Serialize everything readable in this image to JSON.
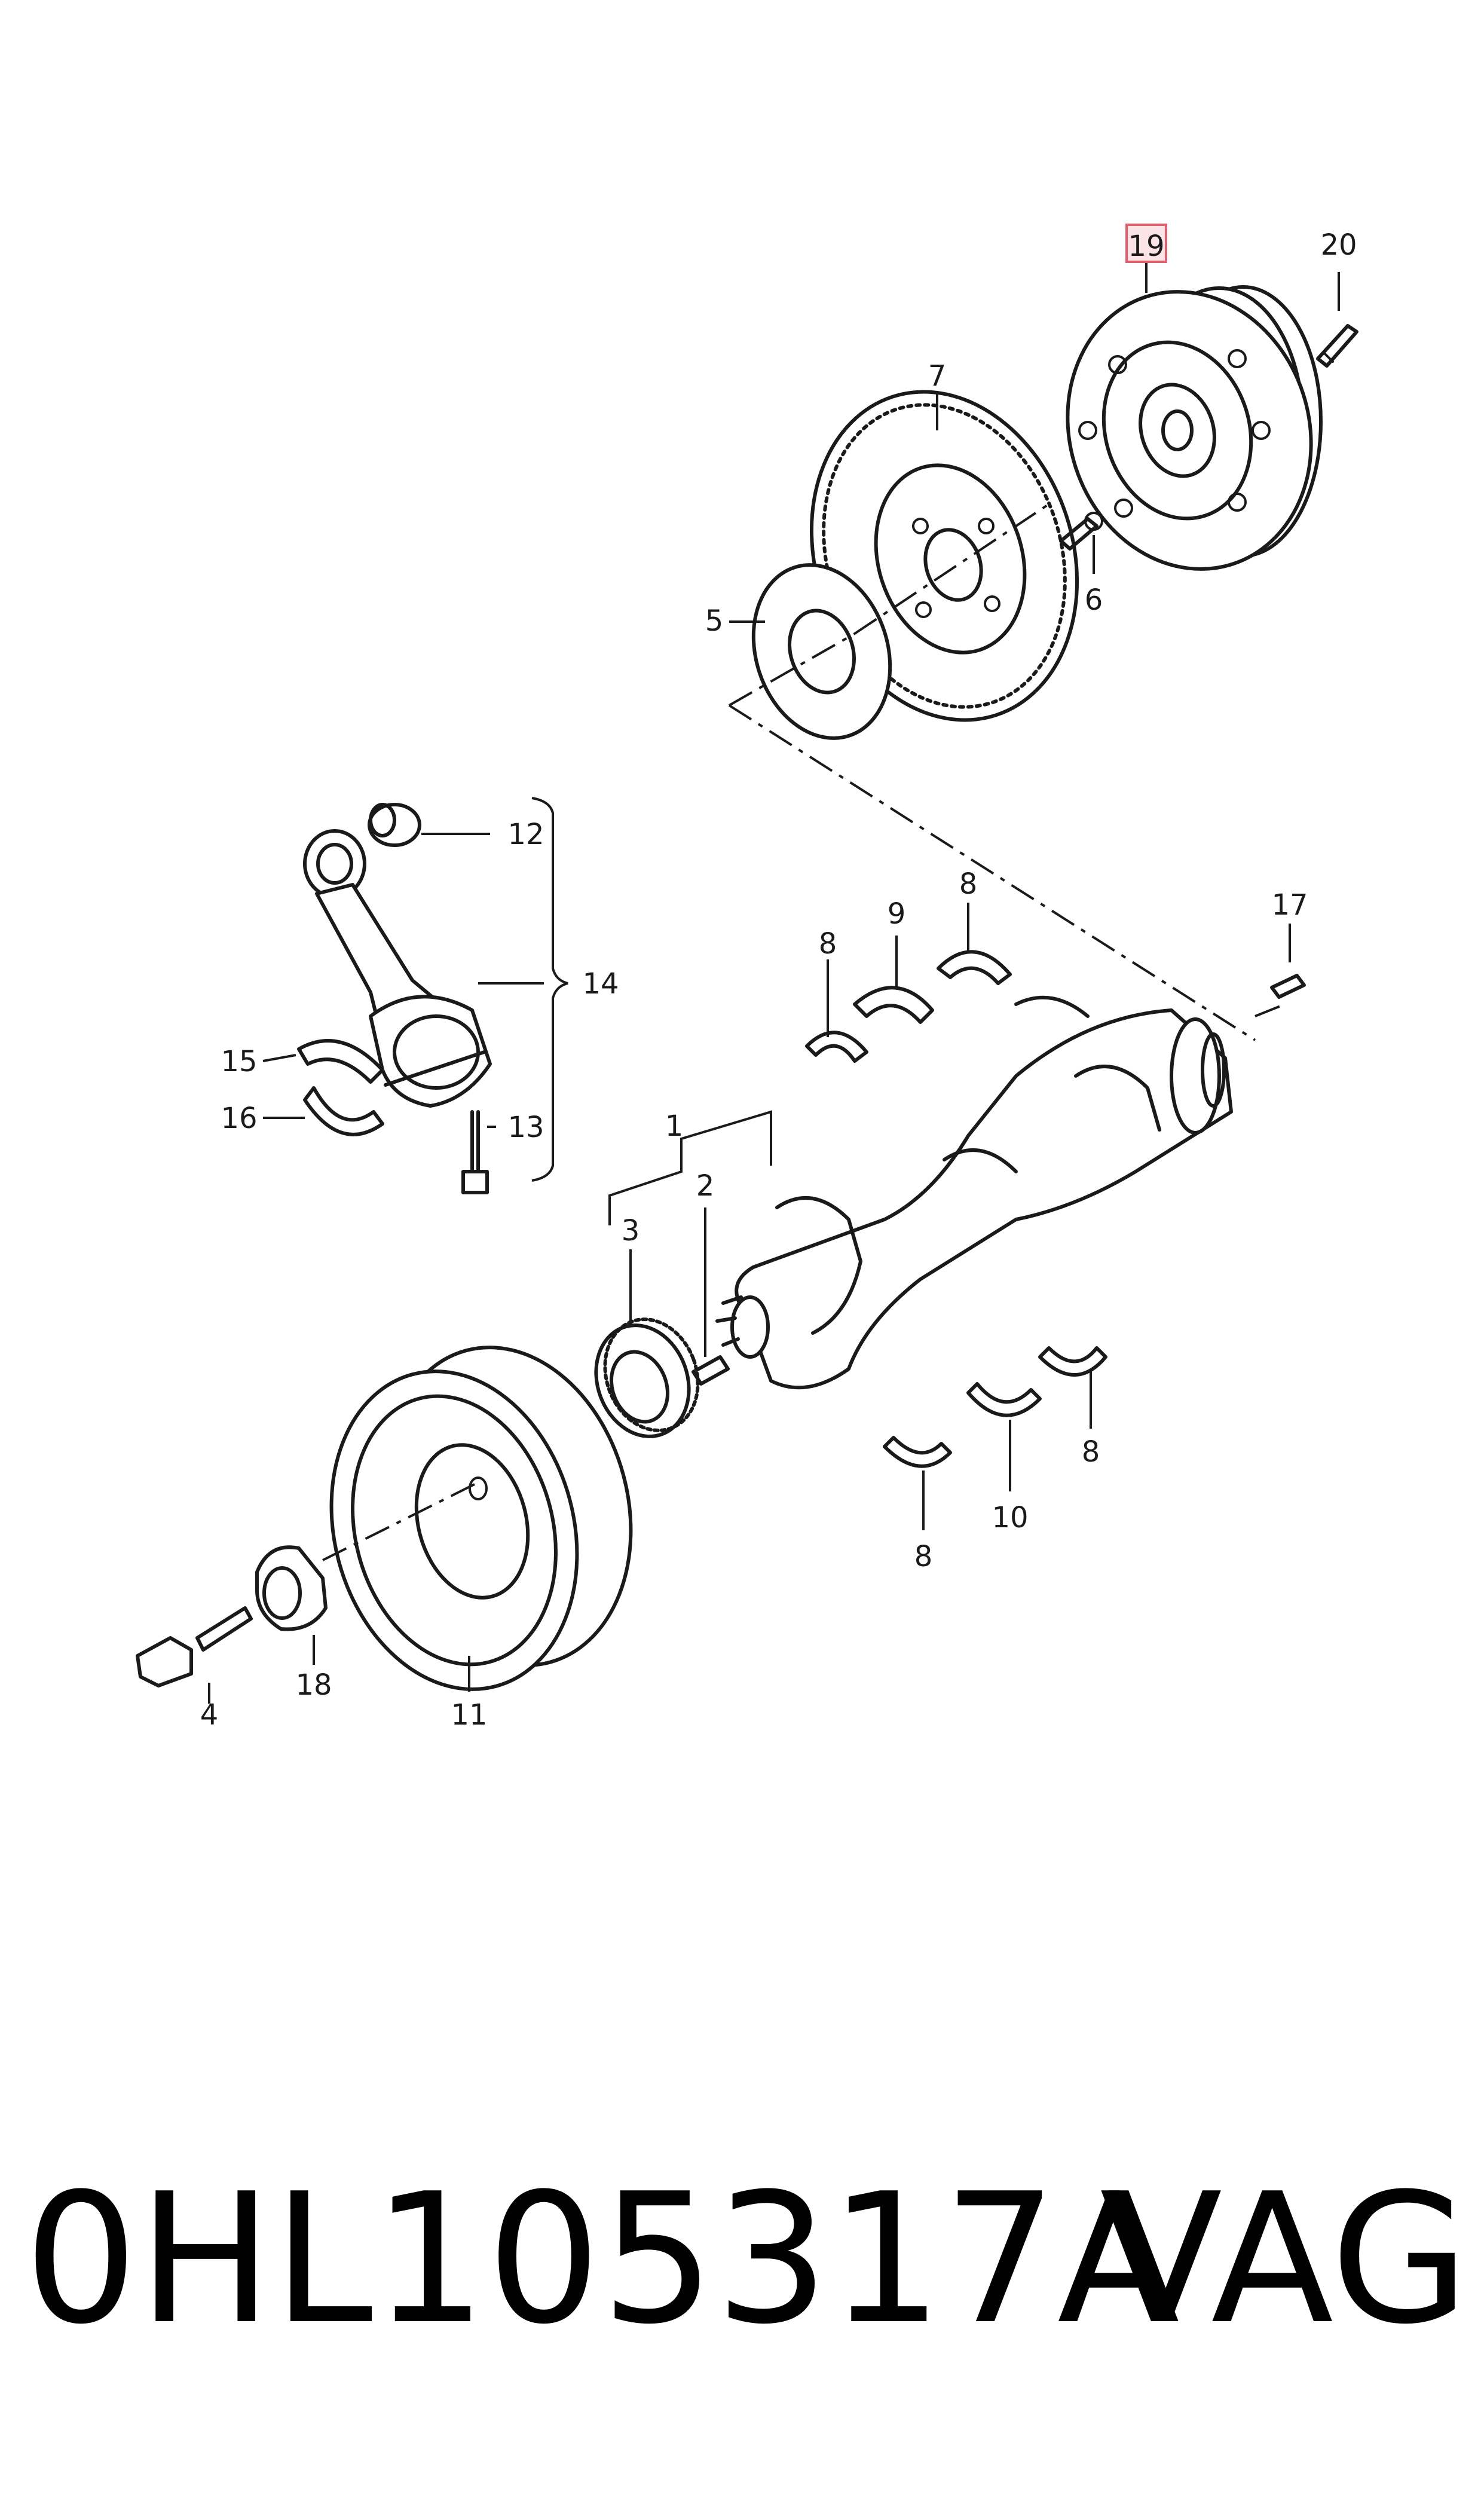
{
  "diagram": {
    "callouts": [
      {
        "id": "c1",
        "text": "1"
      },
      {
        "id": "c2",
        "text": "2"
      },
      {
        "id": "c3",
        "text": "3"
      },
      {
        "id": "c4",
        "text": "4"
      },
      {
        "id": "c5",
        "text": "5"
      },
      {
        "id": "c6",
        "text": "6"
      },
      {
        "id": "c7",
        "text": "7"
      },
      {
        "id": "c8a",
        "text": "8"
      },
      {
        "id": "c8b",
        "text": "8"
      },
      {
        "id": "c8c",
        "text": "8"
      },
      {
        "id": "c8d",
        "text": "8"
      },
      {
        "id": "c9",
        "text": "9"
      },
      {
        "id": "c10",
        "text": "10"
      },
      {
        "id": "c11",
        "text": "11"
      },
      {
        "id": "c12",
        "text": "12"
      },
      {
        "id": "c13",
        "text": "13"
      },
      {
        "id": "c14",
        "text": "14"
      },
      {
        "id": "c15",
        "text": "15"
      },
      {
        "id": "c16",
        "text": "16"
      },
      {
        "id": "c17",
        "text": "17"
      },
      {
        "id": "c18",
        "text": "18"
      },
      {
        "id": "c19",
        "text": "19"
      },
      {
        "id": "c20",
        "text": "20"
      }
    ],
    "highlight": {
      "callout": "19",
      "color": "#e06070",
      "fill": "#fbe3e6"
    }
  },
  "caption": {
    "part_number": "0HL105317A",
    "brand": "VAG"
  }
}
